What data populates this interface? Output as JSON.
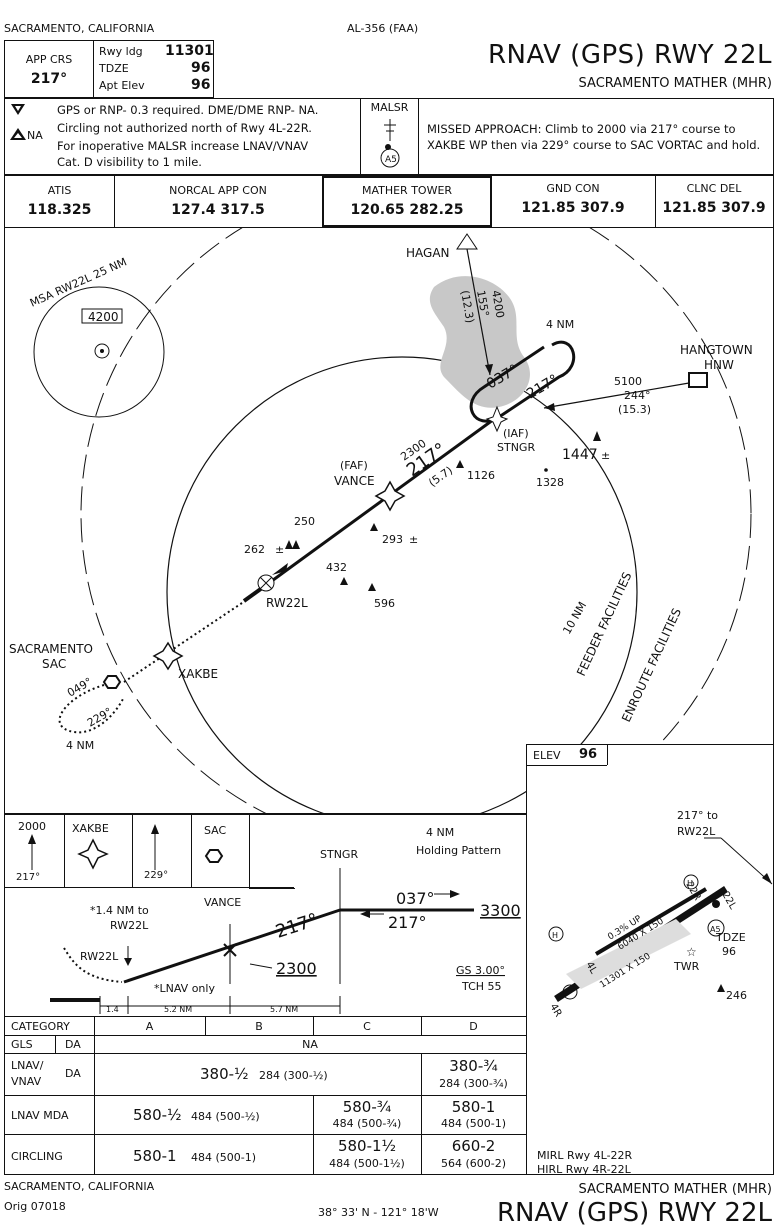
{
  "header": {
    "location_top": "SACRAMENTO, CALIFORNIA",
    "chart_id": "AL-356 (FAA)",
    "title": "RNAV (GPS) RWY 22L",
    "airport": "SACRAMENTO MATHER (MHR)",
    "app_crs_label": "APP CRS",
    "app_crs_value": "217°",
    "rwy_ldg_label": "Rwy ldg",
    "rwy_ldg_value": "11301",
    "tdze_label": "TDZE",
    "tdze_value": "96",
    "apt_elev_label": "Apt Elev",
    "apt_elev_value": "96"
  },
  "notes": {
    "line1": "GPS or RNP- 0.3 required. DME/DME RNP- NA.",
    "na_label": "NA",
    "line2": "Circling not authorized north of Rwy 4L-22R.",
    "line3": "For inoperative MALSR increase LNAV/VNAV",
    "line4": "Cat. D visibility to 1 mile.",
    "malsr": "MALSR",
    "a5": "A5",
    "missed": "MISSED APPROACH: Climb to 2000 via 217° course to XAKBE WP then via 229° course to SAC VORTAC and hold."
  },
  "comms": [
    {
      "name": "ATIS",
      "freq": "118.325"
    },
    {
      "name": "NORCAL APP CON",
      "freq": "127.4 317.5"
    },
    {
      "name": "MATHER TOWER",
      "freq": "120.65 282.25"
    },
    {
      "name": "GND CON",
      "freq": "121.85 307.9"
    },
    {
      "name": "CLNC DEL",
      "freq": "121.85 307.9"
    }
  ],
  "planview": {
    "msa_label": "MSA RW22L 25 NM",
    "msa_alt": "4200",
    "hagan": "HAGAN",
    "hagan_alt": "4200",
    "hagan_crs": "155°",
    "hagan_dist": "(12.3)",
    "four_nm": "4 NM",
    "crs037": "037°",
    "crs217a": "217°",
    "hangtown": "HANGTOWN",
    "hnw": "HNW",
    "hnw_alt": "5100",
    "hnw_crs": "244°",
    "hnw_dist": "(15.3)",
    "iaf": "(IAF)",
    "stngr": "STNGR",
    "ob1447": "1447",
    "ob1328": "1328",
    "ob1126": "1126",
    "alt2300": "2300",
    "crs217b": "217°",
    "dist57": "(5.7)",
    "faf": "(FAF)",
    "vance": "VANCE",
    "ob250": "250",
    "ob262": "262",
    "ob293": "293",
    "ob432": "432",
    "ob596": "596",
    "rw22l": "RW22L",
    "ten_nm": "10 NM",
    "feeder": "FEEDER FACILITIES",
    "enroute": "ENROUTE FACILITIES",
    "sacramento": "SACRAMENTO",
    "sac": "SAC",
    "xakbe": "XAKBE",
    "crs049": "049°",
    "crs229": "229°",
    "four_nm_b": "4 NM"
  },
  "airport_diagram": {
    "elev_label": "ELEV",
    "elev_value": "96",
    "crs_note1": "217° to",
    "crs_note2": "RW22L",
    "rwy22l": "22L",
    "rwy22r": "22R",
    "rwy4l": "4L",
    "rwy4r": "4R",
    "slope": "0.3% UP",
    "dims1": "6040 X 150",
    "dims2": "11301 X 150",
    "tdze": "TDZE",
    "tdze_val": "96",
    "twr": "TWR",
    "ob246": "246",
    "mirl": "MIRL Rwy 4L-22R",
    "hirl": "HIRL Rwy 4R-22L"
  },
  "profile": {
    "alt2000": "2000",
    "crs217": "217°",
    "xakbe": "XAKBE",
    "crs229": "229°",
    "sac": "SAC",
    "stngr": "STNGR",
    "hold1": "4 NM",
    "hold2": "Holding Pattern",
    "crs037": "037°",
    "crs217r": "217°",
    "alt3300": "3300",
    "crs217c": "217°",
    "vance": "VANCE",
    "note_14a": "*1.4 NM to",
    "note_14b": "RW22L",
    "rw22l": "RW22L",
    "alt2300": "2300",
    "lnav_only": "*LNAV only",
    "gs": "GS 3.00°",
    "tch": "TCH 55",
    "seg1": "1.4",
    "seg2": "5.2 NM",
    "seg3": "5.7 NM"
  },
  "minimums": {
    "category_label": "CATEGORY",
    "cats": [
      "A",
      "B",
      "C",
      "D"
    ],
    "gls_label": "GLS",
    "gls_da": "DA",
    "gls_val": "NA",
    "lnavvnav_label1": "LNAV/",
    "lnavvnav_label2": "VNAV",
    "lnavvnav_da": "DA",
    "lnavvnav_abc_main": "380-½",
    "lnavvnav_abc_sub": "284 (300-½)",
    "lnavvnav_d_main": "380-¾",
    "lnavvnav_d_sub": "284 (300-¾)",
    "lnav_label": "LNAV MDA",
    "lnav_ab_main": "580-½",
    "lnav_ab_sub": "484 (500-½)",
    "lnav_c_main": "580-¾",
    "lnav_c_sub": "484 (500-¾)",
    "lnav_d_main": "580-1",
    "lnav_d_sub": "484 (500-1)",
    "circ_label": "CIRCLING",
    "circ_ab_main": "580-1",
    "circ_ab_sub": "484 (500-1)",
    "circ_c_main": "580-1½",
    "circ_c_sub": "484 (500-1½)",
    "circ_d_main": "660-2",
    "circ_d_sub": "564 (600-2)"
  },
  "footer": {
    "location": "SACRAMENTO, CALIFORNIA",
    "orig": "Orig 07018",
    "coords": "38° 33' N - 121° 18'W",
    "airport": "SACRAMENTO MATHER (MHR)",
    "title": "RNAV (GPS) RWY 22L"
  }
}
